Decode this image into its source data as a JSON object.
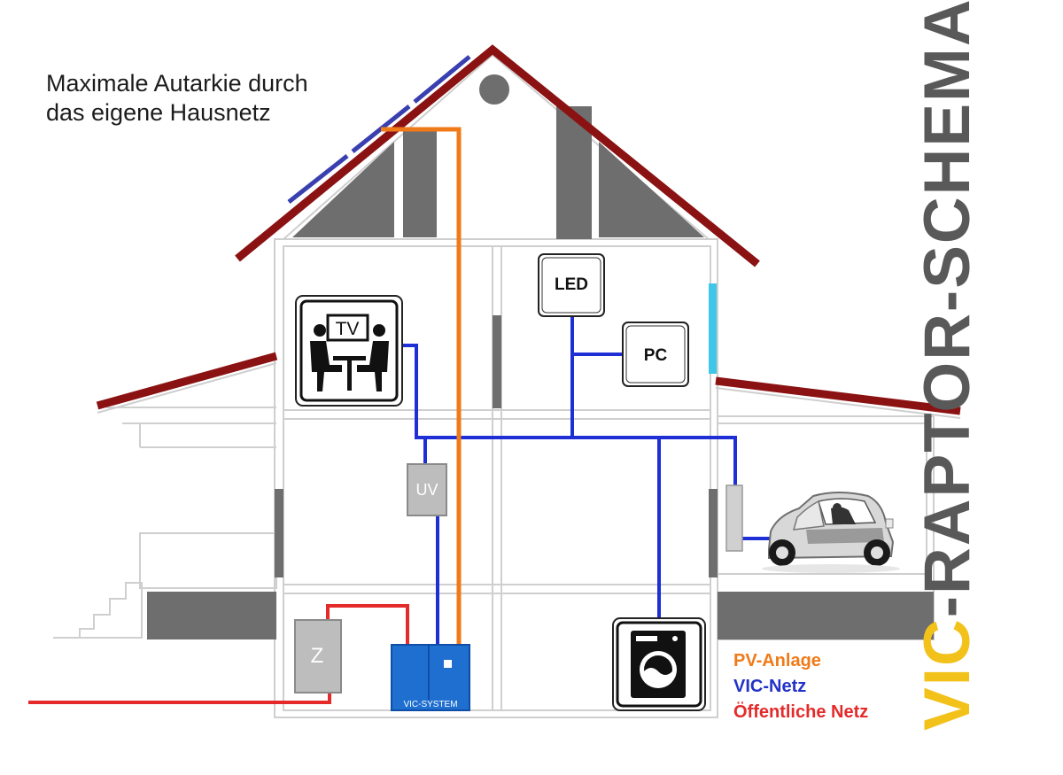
{
  "headline": {
    "line1": "Maximale Autarkie durch",
    "line2": "das eigene Hausnetz"
  },
  "title": {
    "part1": "VIC",
    "part2": "-RAPTOR-SCHEMA",
    "color_part1": "#f2c21b",
    "color_part2": "#595959"
  },
  "devices": {
    "tv_label": "TV",
    "led_label": "LED",
    "pc_label": "PC",
    "uv_label": "UV",
    "z_label": "Z",
    "vic_system_label": "VIC-SYSTEM"
  },
  "legend": [
    {
      "label": "PV-Anlage",
      "color": "#f07a18"
    },
    {
      "label": "VIC-Netz",
      "color": "#2432c8"
    },
    {
      "label": "Öffentliche Netz",
      "color": "#e52a2a"
    }
  ],
  "colors": {
    "roof": "#8b1212",
    "house_outline": "#cfcfcf",
    "wall_dark": "#6e6e6e",
    "pv_line": "#f07a18",
    "vic_line": "#1e2fd6",
    "grid_line": "#e52a2a",
    "solar_panel": "#3a3fb0",
    "vic_box": "#1f6fd0"
  },
  "icons": [
    "tv-viewers-icon",
    "washing-machine-icon",
    "electric-car-icon",
    "solar-panel-icon"
  ]
}
